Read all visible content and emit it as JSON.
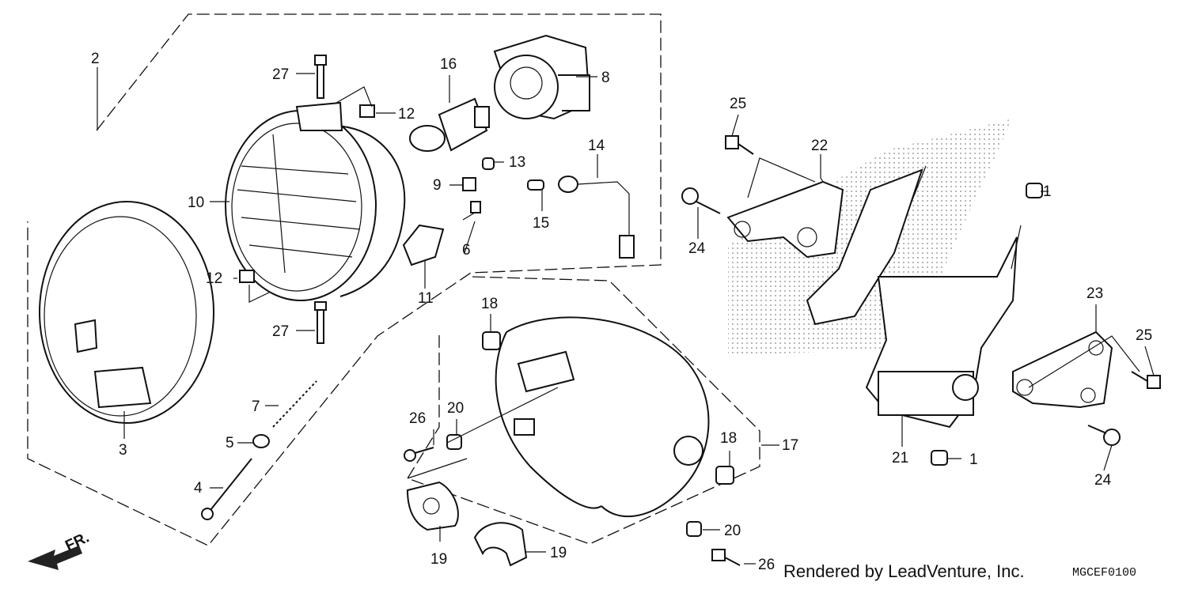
{
  "callouts": {
    "c1a": "1",
    "c1b": "1",
    "c2": "2",
    "c3": "3",
    "c4": "4",
    "c5": "5",
    "c6": "6",
    "c7": "7",
    "c8": "8",
    "c9": "9",
    "c10": "10",
    "c11": "11",
    "c12a": "12",
    "c12b": "12",
    "c13": "13",
    "c14": "14",
    "c15": "15",
    "c16": "16",
    "c17": "17",
    "c18a": "18",
    "c18b": "18",
    "c19a": "19",
    "c19b": "19",
    "c20a": "20",
    "c20b": "20",
    "c21": "21",
    "c22": "22",
    "c23": "23",
    "c24a": "24",
    "c24b": "24",
    "c25a": "25",
    "c25b": "25",
    "c26a": "26",
    "c26b": "26",
    "c27a": "27",
    "c27b": "27"
  },
  "front_label": "FR.",
  "credit": "Rendered by LeadVenture, Inc.",
  "diagram_code": "MGCEF0100"
}
